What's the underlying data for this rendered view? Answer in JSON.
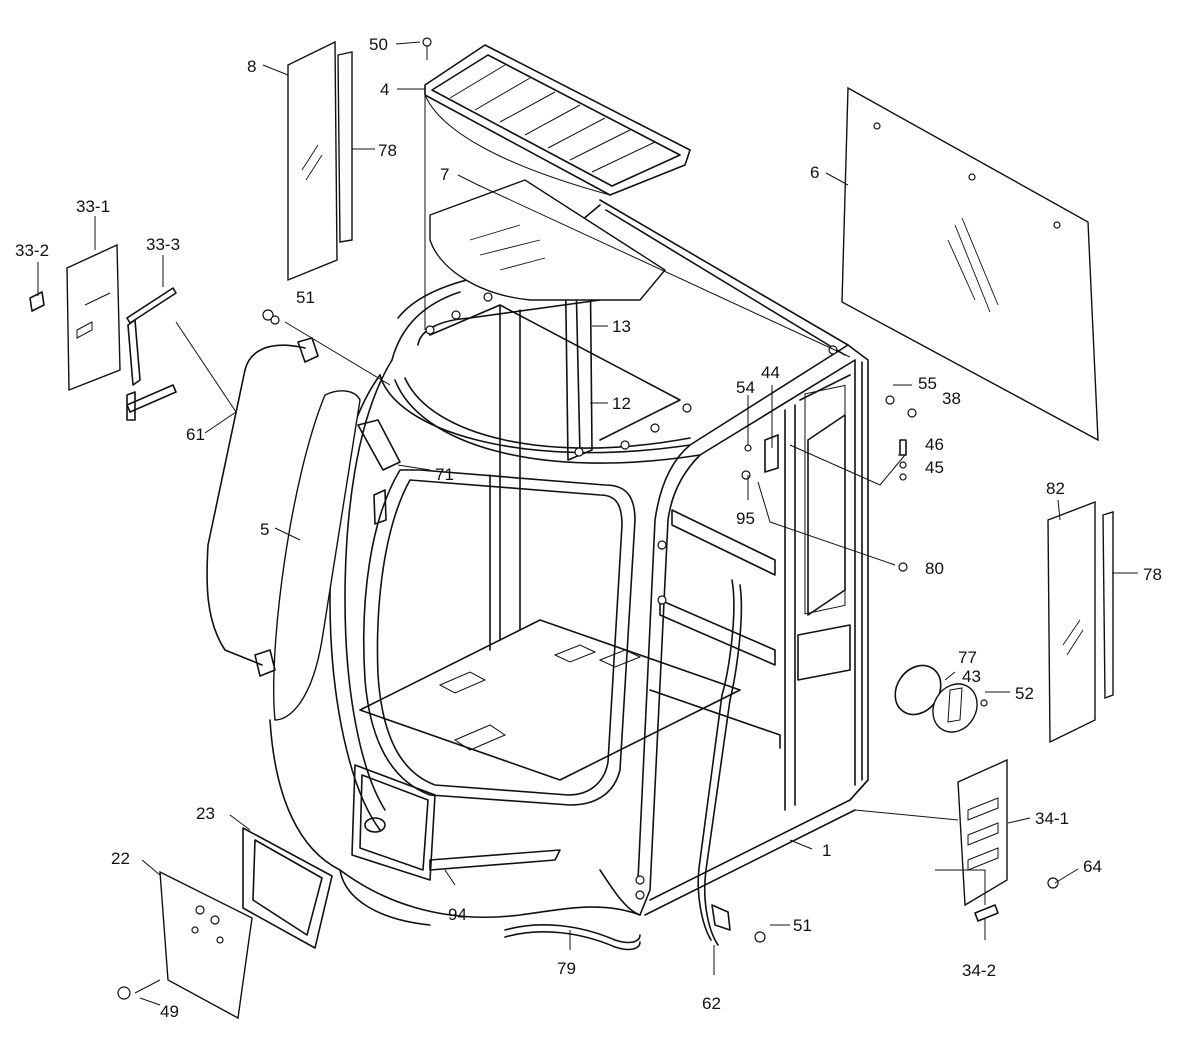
{
  "labels": {
    "l50": "50",
    "l4": "4",
    "l8": "8",
    "l78a": "78",
    "l7": "7",
    "l6": "6",
    "l33_1": "33-1",
    "l33_2": "33-2",
    "l33_3": "33-3",
    "l51a": "51",
    "l13": "13",
    "l12": "12",
    "l61": "61",
    "l71": "71",
    "l5": "5",
    "l54": "54",
    "l44": "44",
    "l55": "55",
    "l38": "38",
    "l46": "46",
    "l45": "45",
    "l95": "95",
    "l80": "80",
    "l82": "82",
    "l78b": "78",
    "l77": "77",
    "l43": "43",
    "l52": "52",
    "l23": "23",
    "l22": "22",
    "l94": "94",
    "l1": "1",
    "l34_1": "34-1",
    "l64": "64",
    "l51b": "51",
    "l79": "79",
    "l62": "62",
    "l34_2": "34-2",
    "l49": "49"
  }
}
